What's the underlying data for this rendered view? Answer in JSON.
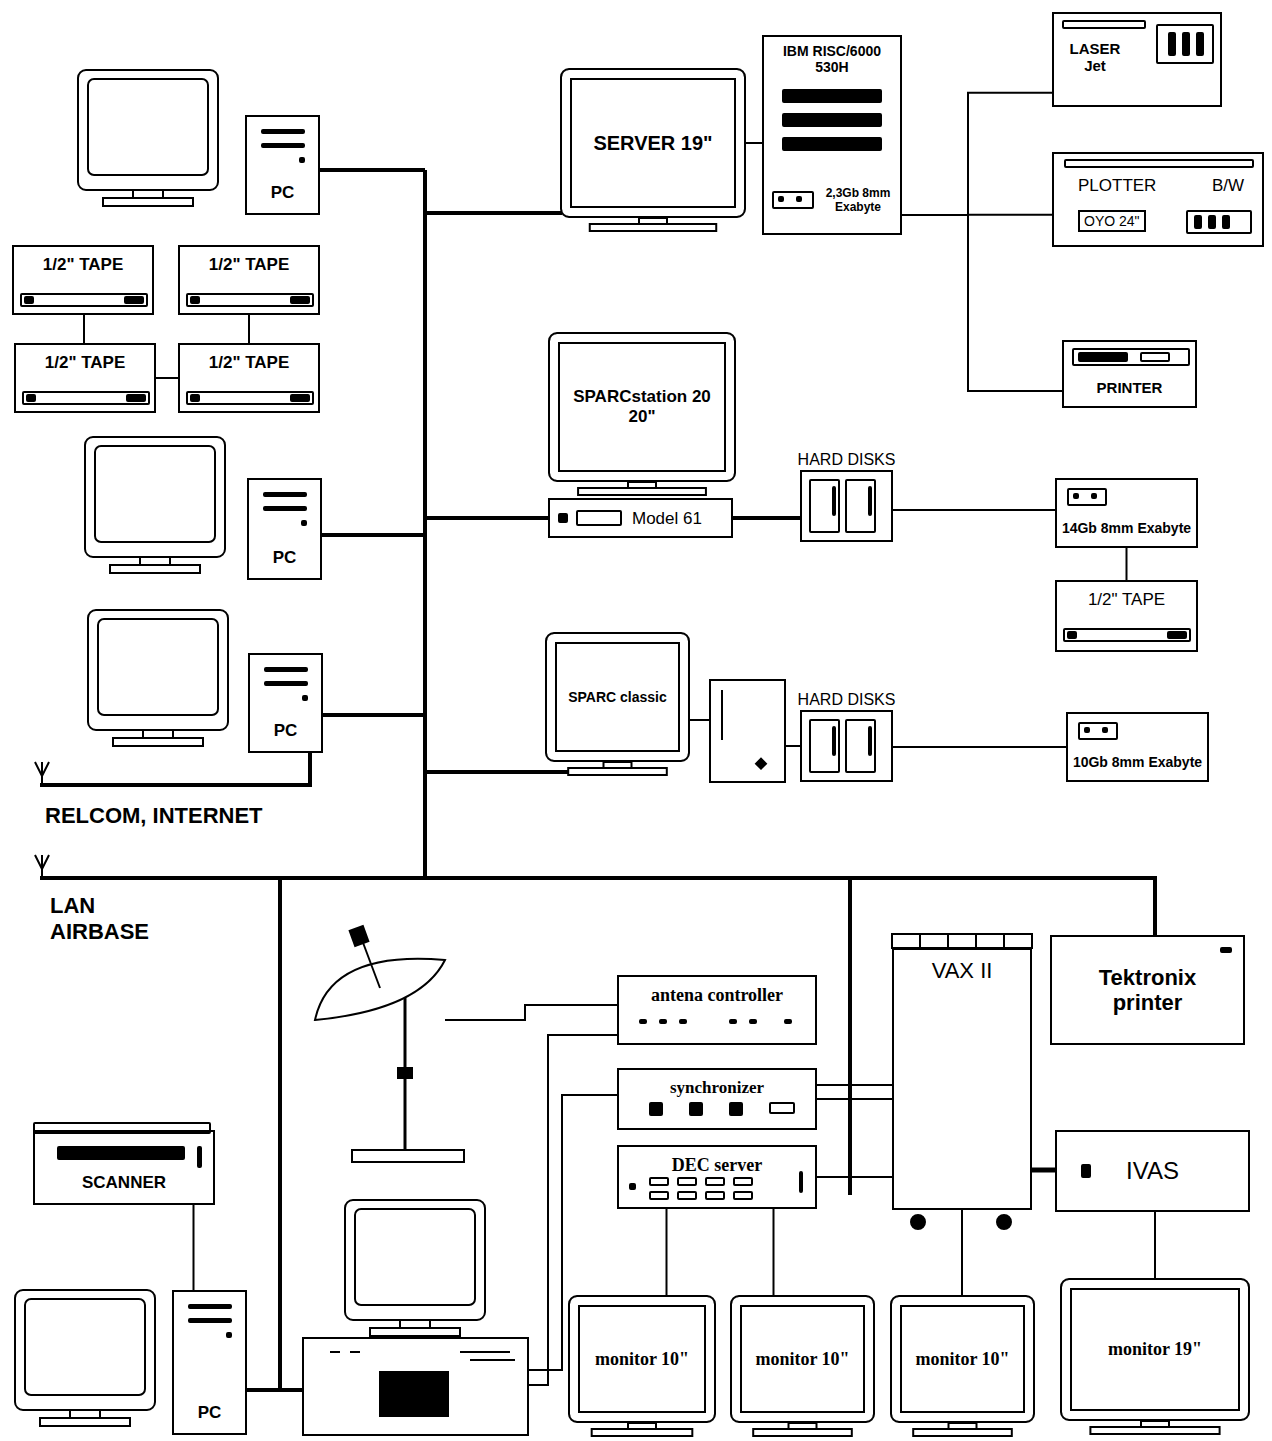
{
  "diagram": {
    "nodes": [
      {
        "text": [
          "PC"
        ]
      },
      {
        "text": [
          "1/2\" TAPE"
        ]
      },
      {
        "text": [
          "1/2\" TAPE"
        ]
      },
      {
        "text": [
          "1/2\" TAPE"
        ]
      },
      {
        "text": [
          "1/2\" TAPE"
        ]
      },
      {
        "text": [
          "PC"
        ]
      },
      {
        "text": [
          "PC"
        ]
      },
      {
        "text": [
          "SERVER 19\""
        ]
      },
      {
        "text": [
          "IBM RISC/6000 530H",
          "2,3Gb 8mm Exabyte"
        ]
      },
      {
        "text": [
          "LASER Jet"
        ]
      },
      {
        "text": [
          "PLOTTER",
          "B/W",
          "OYO 24\""
        ]
      },
      {
        "text": [
          "PRINTER"
        ]
      },
      {
        "text": [
          "SPARCstation 20 20\""
        ]
      },
      {
        "text": [
          "Model 61"
        ]
      },
      {
        "text": [
          "HARD DISKS"
        ]
      },
      {
        "text": [
          "14Gb 8mm Exabyte"
        ]
      },
      {
        "text": [
          "1/2\" TAPE"
        ]
      },
      {
        "text": [
          "SPARC classic"
        ]
      },
      {
        "text": [
          "HARD DISKS"
        ]
      },
      {
        "text": [
          "10Gb 8mm Exabyte"
        ]
      },
      {
        "text": [
          "antena controller"
        ]
      },
      {
        "text": [
          "synchronizer"
        ]
      },
      {
        "text": [
          "DEC server"
        ]
      },
      {
        "text": [
          "VAX II"
        ]
      },
      {
        "text": [
          "Tektronix printer"
        ]
      },
      {
        "text": [
          "IVAS"
        ]
      },
      {
        "text": [
          "monitor 10\""
        ]
      },
      {
        "text": [
          "monitor 10\""
        ]
      },
      {
        "text": [
          "monitor 10\""
        ]
      },
      {
        "text": [
          "monitor 19\""
        ]
      },
      {
        "text": [
          "SCANNER"
        ]
      },
      {
        "text": [
          "PC"
        ]
      }
    ],
    "edges": [
      {
        "from": 1,
        "to": 3,
        "arrow": "none"
      },
      {
        "from": 3,
        "to": 4,
        "arrow": "none"
      },
      {
        "from": 2,
        "to": 4,
        "arrow": "none"
      },
      {
        "from": 7,
        "to": 8,
        "arrow": "none"
      },
      {
        "from": 8,
        "to": 9,
        "arrow": "none"
      },
      {
        "from": 8,
        "to": 10,
        "arrow": "none"
      },
      {
        "from": 8,
        "to": 11,
        "arrow": "none"
      },
      {
        "from": 13,
        "to": 14,
        "arrow": "none"
      },
      {
        "from": 14,
        "to": 15,
        "arrow": "none"
      },
      {
        "from": 15,
        "to": 16,
        "arrow": "none"
      },
      {
        "from": 18,
        "to": 19,
        "arrow": "none"
      },
      {
        "from": 21,
        "to": 23,
        "arrow": "none"
      },
      {
        "from": 22,
        "to": 23,
        "arrow": "none"
      },
      {
        "from": 22,
        "to": 26,
        "arrow": "none"
      },
      {
        "from": 22,
        "to": 27,
        "arrow": "none"
      },
      {
        "from": 23,
        "to": 28,
        "arrow": "none"
      },
      {
        "from": 23,
        "to": 25,
        "arrow": "none"
      },
      {
        "from": 25,
        "to": 29,
        "arrow": "none"
      },
      {
        "from": 30,
        "to": 31,
        "arrow": "none"
      }
    ],
    "labels": [
      "RELCOM, INTERNET",
      "LAN AIRBASE"
    ]
  }
}
